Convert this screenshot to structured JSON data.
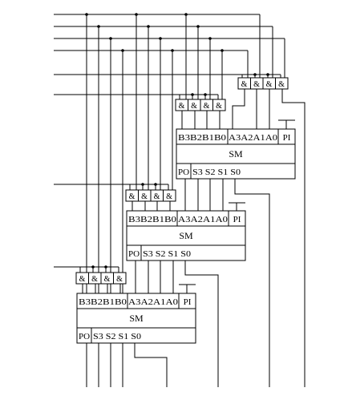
{
  "diagram": {
    "stages": [
      {
        "id": "top",
        "b_label": "B3B2B1B0",
        "a_label": "A3A2A1A0",
        "pi_label": "PI",
        "sm_label": "SM",
        "po_label": "PO",
        "s_label": "S3 S2 S1 S0",
        "gates": [
          "&",
          "&",
          "&",
          "&"
        ]
      },
      {
        "id": "middle",
        "b_label": "B3B2B1B0",
        "a_label": "A3A2A1A0",
        "pi_label": "PI",
        "sm_label": "SM",
        "po_label": "PO",
        "s_label": "S3 S2 S1 S0",
        "gates": [
          "&",
          "&",
          "&",
          "&"
        ]
      },
      {
        "id": "bottom",
        "b_label": "B3B2B1B0",
        "a_label": "A3A2A1A0",
        "pi_label": "PI",
        "sm_label": "SM",
        "po_label": "PO",
        "s_label": "S3 S2 S1 S0",
        "gates": [
          "&",
          "&",
          "&",
          "&"
        ]
      }
    ],
    "extra_gates": [
      "&",
      "&",
      "&",
      "&"
    ]
  }
}
